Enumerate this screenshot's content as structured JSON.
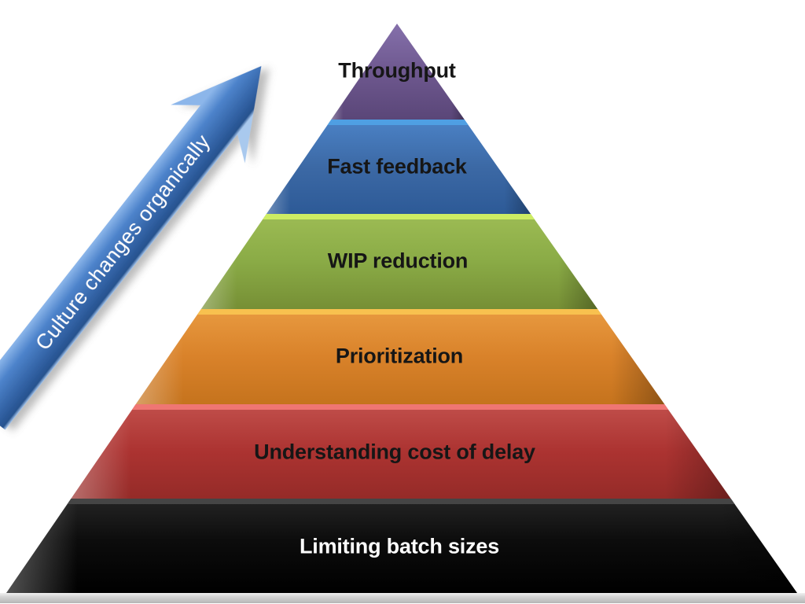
{
  "diagram": {
    "type": "pyramid",
    "levels": [
      {
        "label": "Throughput",
        "color": "#6e588f",
        "highlight": "#8a74ad",
        "text_color": "#161616"
      },
      {
        "label": "Fast feedback",
        "color": "#3c69a5",
        "highlight": "#4f9fe3",
        "text_color": "#161616"
      },
      {
        "label": "WIP reduction",
        "color": "#87a843",
        "highlight": "#cdec63",
        "text_color": "#161616"
      },
      {
        "label": "Prioritization",
        "color": "#d9822a",
        "highlight": "#f8c14f",
        "text_color": "#161616"
      },
      {
        "label": "Understanding cost of delay",
        "color": "#b03533",
        "highlight": "#ef7673",
        "text_color": "#161616"
      },
      {
        "label": "Limiting batch sizes",
        "color": "#0a0a0a",
        "highlight": "#454545",
        "text_color": "#ffffff"
      }
    ],
    "arrow": {
      "label": "Culture changes organically",
      "color": "#3f77c2",
      "text_color": "#ffffff"
    },
    "base_shadow_color": "#b5b5b5"
  }
}
